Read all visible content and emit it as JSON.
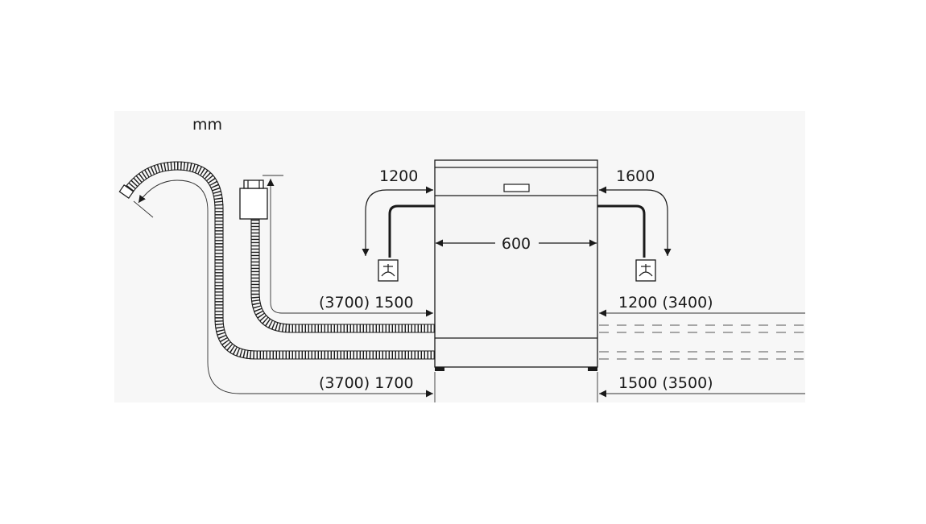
{
  "unit": "mm",
  "labels": {
    "width": "600",
    "drain_left": "1200",
    "drain_right": "1600",
    "inlet_left": "(3700) 1500",
    "inlet_right": "1200 (3400)",
    "drain_hose_left": "(3700) 1700",
    "drain_hose_right": "1500 (3500)"
  },
  "icons": [
    "water-tap-icon-left",
    "water-tap-icon-right",
    "aquastop-valve-icon",
    "drain-hose-end-icon"
  ]
}
